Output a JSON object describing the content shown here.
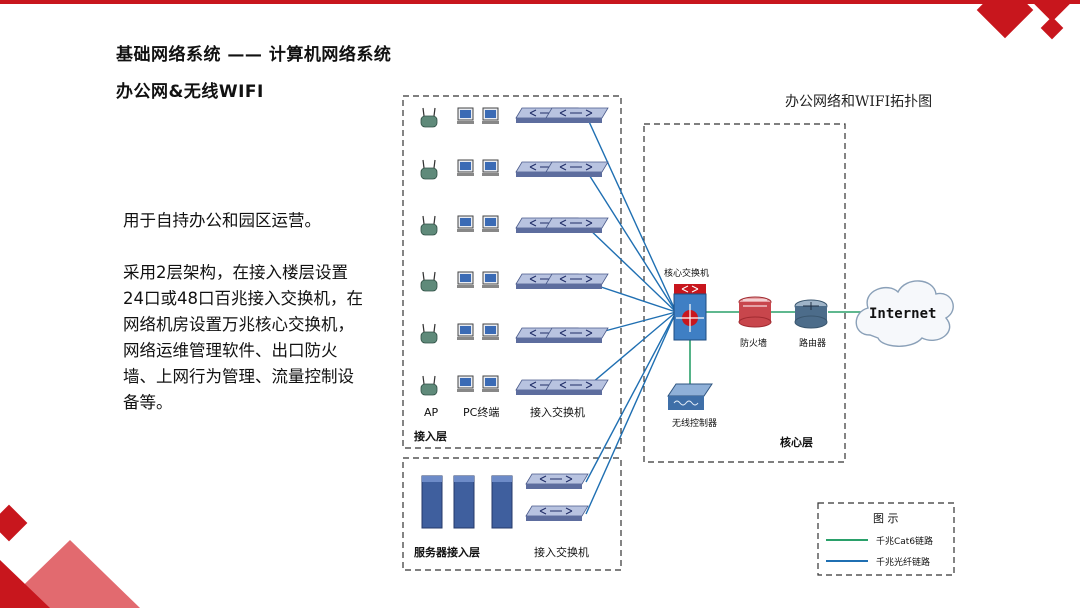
{
  "heading": {
    "line1": "基础网络系统 —— 计算机网络系统",
    "line2": "办公网&无线WIFI"
  },
  "description": {
    "para1": "用于自持办公和园区运营。",
    "para2": "采用2层架构，在接入楼层设置24口或48口百兆接入交换机，在网络机房设置万兆核心交换机，网络运维管理软件、出口防火墙、上网行为管理、流量控制设备等。"
  },
  "diagram": {
    "title": "办公网络和WIFI拓扑图",
    "access_layer_label": "接入层",
    "server_layer_label": "服务器接入层",
    "core_layer_label": "核心层",
    "ap_label": "AP",
    "pc_label": "PC终端",
    "access_switch_label": "接入交换机",
    "server_switch_label": "接入交换机",
    "core_switch_label": "核心交换机",
    "firewall_label": "防火墙",
    "router_label": "路由器",
    "wireless_controller_label": "无线控制器",
    "internet_label": "Internet"
  },
  "legend": {
    "title": "图  示",
    "items": [
      {
        "label": "千兆Cat6链路",
        "color": "#2aa06a"
      },
      {
        "label": "千兆光纤链路",
        "color": "#1f6fb2"
      }
    ]
  },
  "colors": {
    "accent_red": "#c8161d",
    "cat6_green": "#2aa06a",
    "fiber_blue": "#1f6fb2"
  }
}
